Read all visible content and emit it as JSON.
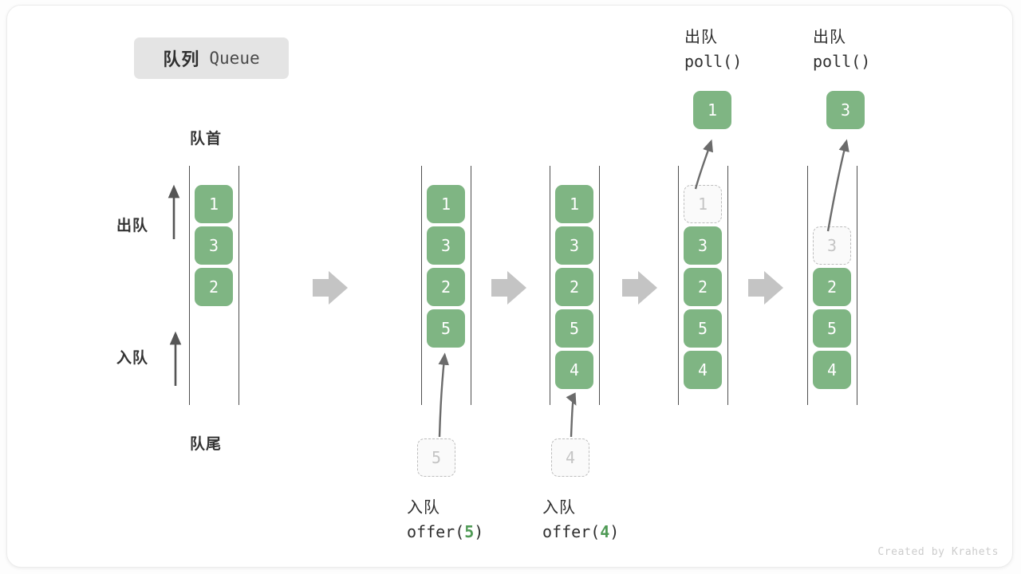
{
  "title": {
    "cn": "队列",
    "en": "Queue"
  },
  "labels": {
    "head": "队首",
    "tail": "队尾",
    "dequeue": "出队",
    "enqueue": "入队"
  },
  "credit": "Created by Krahets",
  "colors": {
    "element": "#7fb583",
    "element_text": "#ffffff",
    "ghost_fill": "#fafafa",
    "ghost_border": "#bdbdbd",
    "ghost_text": "#c4c4c4",
    "rail": "#4f4f4f",
    "arrow": "#6b6b6b",
    "flow_arrow": "#c4c4c4",
    "accent_number": "#4f9a55",
    "badge_bg": "#e4e4e4"
  },
  "columns": [
    {
      "name": "initial-queue",
      "slots": [
        {
          "value": "1",
          "state": "filled"
        },
        {
          "value": "3",
          "state": "filled"
        },
        {
          "value": "2",
          "state": "filled"
        }
      ]
    },
    {
      "name": "after-offer-5",
      "slots": [
        {
          "value": "1",
          "state": "filled"
        },
        {
          "value": "3",
          "state": "filled"
        },
        {
          "value": "2",
          "state": "filled"
        },
        {
          "value": "5",
          "state": "filled"
        }
      ],
      "incoming": {
        "value": "5",
        "state": "ghost"
      }
    },
    {
      "name": "after-offer-4",
      "slots": [
        {
          "value": "1",
          "state": "filled"
        },
        {
          "value": "3",
          "state": "filled"
        },
        {
          "value": "2",
          "state": "filled"
        },
        {
          "value": "5",
          "state": "filled"
        },
        {
          "value": "4",
          "state": "filled"
        }
      ],
      "incoming": {
        "value": "4",
        "state": "ghost"
      }
    },
    {
      "name": "after-poll-1",
      "slots": [
        {
          "value": "1",
          "state": "ghost"
        },
        {
          "value": "3",
          "state": "filled"
        },
        {
          "value": "2",
          "state": "filled"
        },
        {
          "value": "5",
          "state": "filled"
        },
        {
          "value": "4",
          "state": "filled"
        }
      ],
      "popped": {
        "value": "1"
      }
    },
    {
      "name": "after-poll-3",
      "slots": [
        {
          "value": "",
          "state": "empty"
        },
        {
          "value": "3",
          "state": "ghost"
        },
        {
          "value": "2",
          "state": "filled"
        },
        {
          "value": "5",
          "state": "filled"
        },
        {
          "value": "4",
          "state": "filled"
        }
      ],
      "popped": {
        "value": "3"
      }
    }
  ],
  "operations": {
    "offer_5": {
      "cn": "入队",
      "fn": "offer(",
      "arg": "5",
      "close": ")"
    },
    "offer_4": {
      "cn": "入队",
      "fn": "offer(",
      "arg": "4",
      "close": ")"
    },
    "poll_1": {
      "cn": "出队",
      "code": "poll()"
    },
    "poll_2": {
      "cn": "出队",
      "code": "poll()"
    }
  }
}
